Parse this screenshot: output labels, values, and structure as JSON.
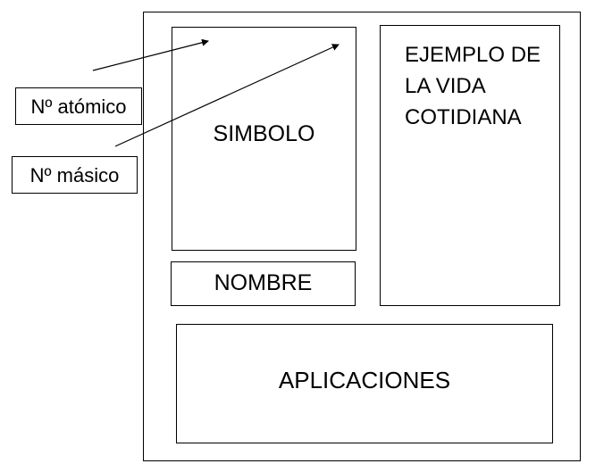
{
  "card": {
    "symbol_label": "SIMBOLO",
    "name_label": "NOMBRE",
    "example_lines": [
      "EJEMPLO DE",
      "LA VIDA",
      "COTIDIANA"
    ],
    "applications_label": "APLICACIONES"
  },
  "callouts": {
    "atomic_number": "Nº atómico",
    "mass_number": "Nº másico"
  }
}
